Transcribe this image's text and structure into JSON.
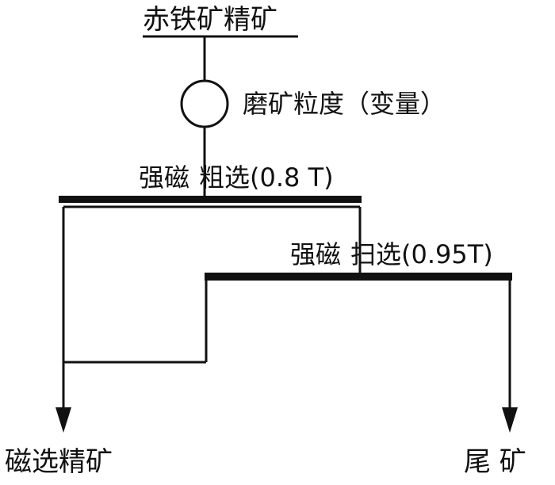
{
  "feed": {
    "label": "赤铁矿精矿"
  },
  "grinding": {
    "label": "磨矿粒度（变量）"
  },
  "rougher": {
    "method": "强磁",
    "stage": "粗选(0.8 T)"
  },
  "scavenger": {
    "method": "强磁",
    "stage": "扫选(0.95T)"
  },
  "products": {
    "concentrate": "磁选精矿",
    "tailings": "尾 矿"
  },
  "colors": {
    "line": "#111111",
    "background": "#ffffff"
  }
}
